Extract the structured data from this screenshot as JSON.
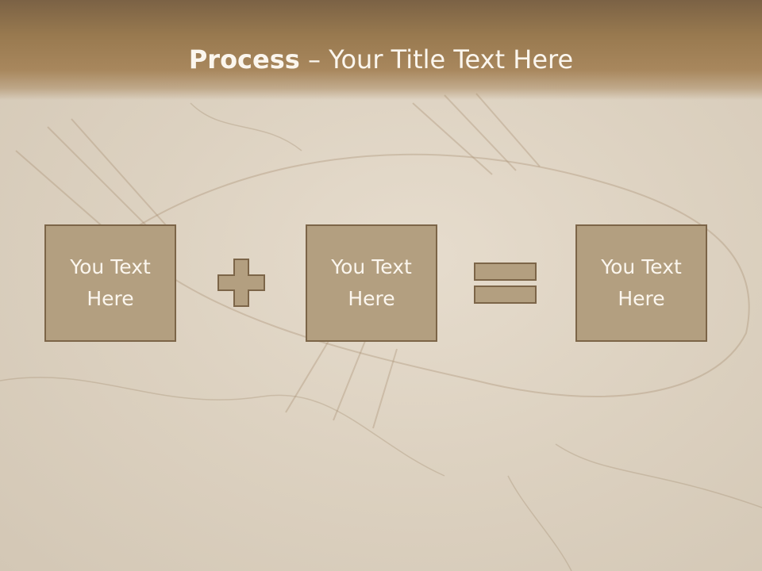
{
  "title": {
    "bold": "Process",
    "rest": " – Your Title Text Here"
  },
  "boxes": [
    {
      "text": "You Text Here"
    },
    {
      "text": "You Text Here"
    },
    {
      "text": "You Text Here"
    }
  ],
  "operators": [
    "plus-icon",
    "equals-icon"
  ],
  "colors": {
    "band": "#98794f",
    "box_fill": "#b39f80",
    "box_border": "#7c6548",
    "text": "#fbf6ee"
  }
}
